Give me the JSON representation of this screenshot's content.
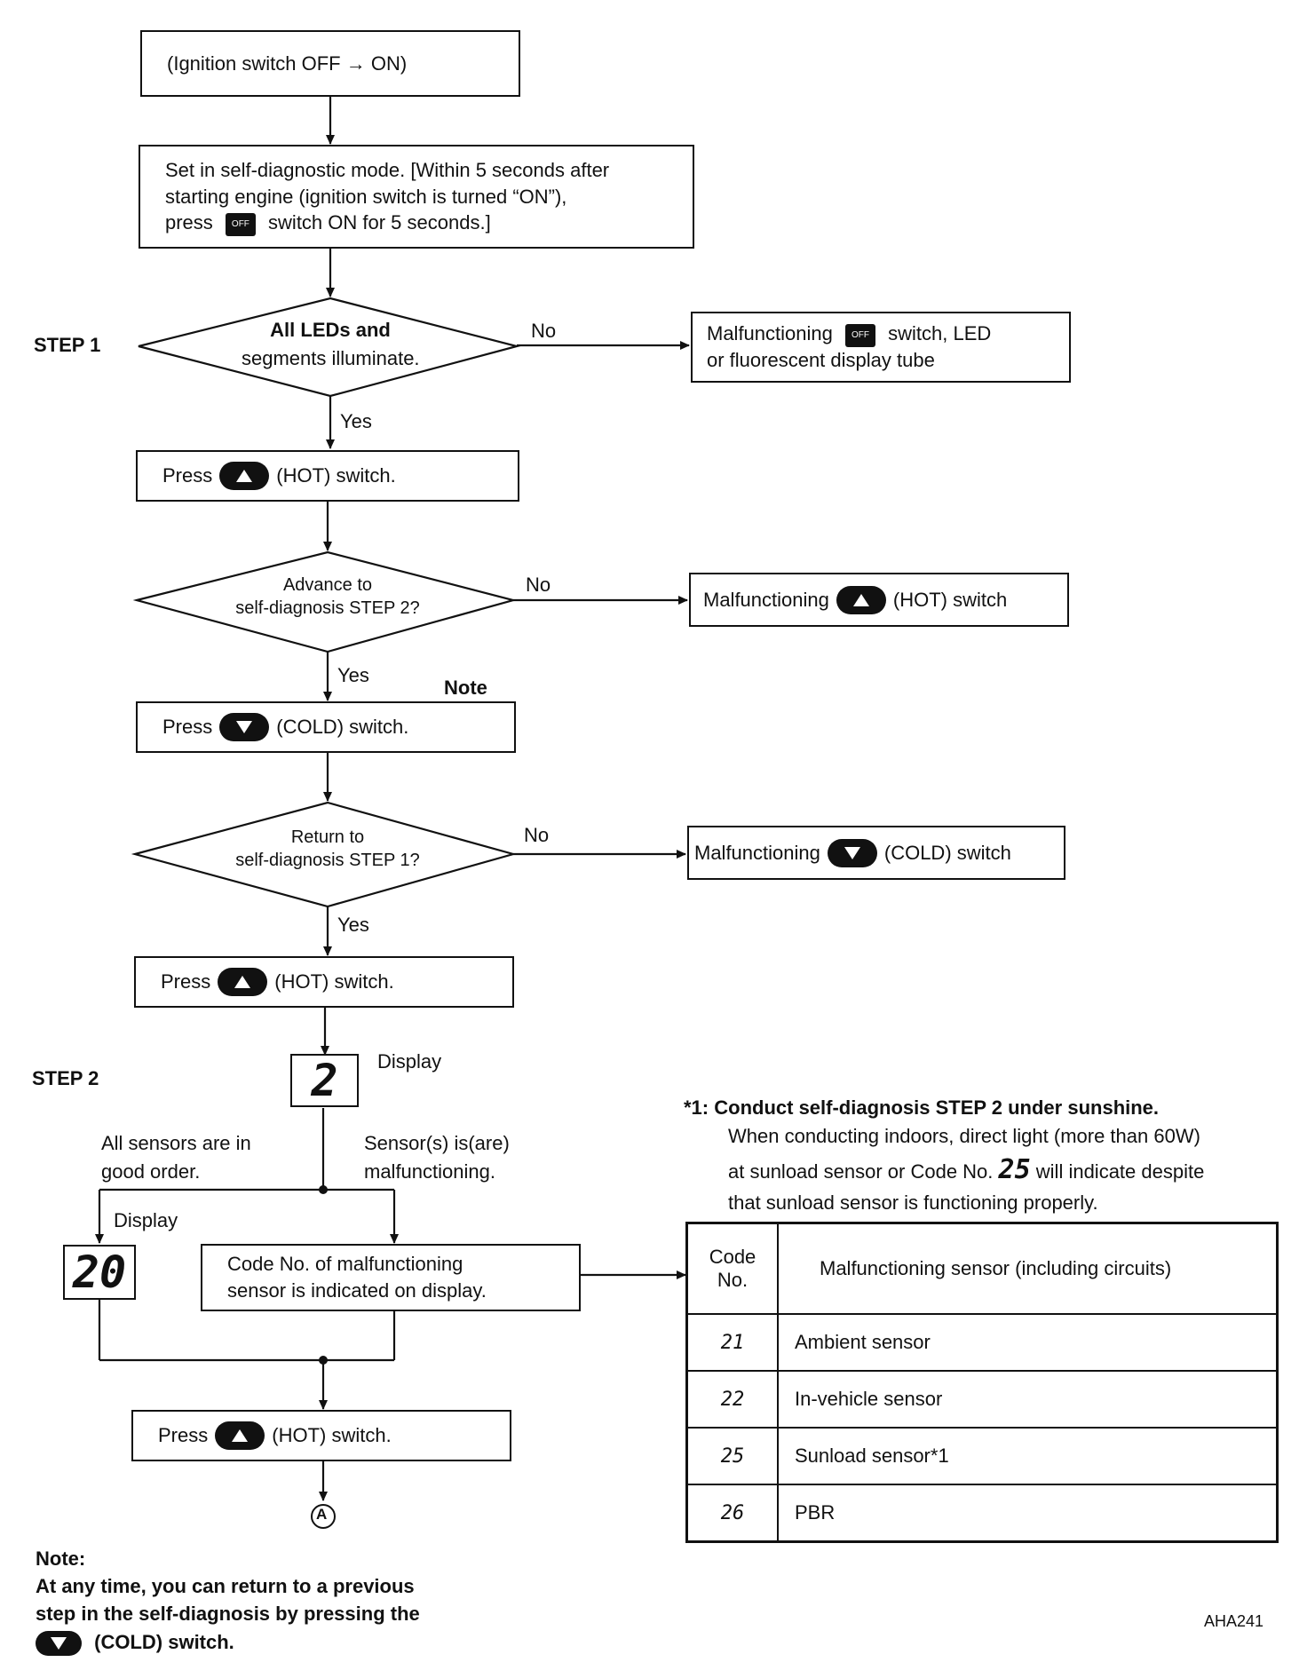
{
  "start_box": "(Ignition switch OFF → ON)",
  "selfdiag_box": {
    "line1": "Set in self-diagnostic mode. [Within 5 seconds after",
    "line2": "starting engine (ignition switch is turned “ON”),",
    "line3_pre": "press",
    "line3_post": "switch ON for 5 seconds.]"
  },
  "off_icon_text": "OFF",
  "steps": {
    "step1": "STEP 1",
    "step2": "STEP 2"
  },
  "decision1": {
    "line1": "All LEDs and",
    "line2": "segments illuminate."
  },
  "decision2": {
    "line1": "Advance to",
    "line2": "self-diagnosis STEP 2?"
  },
  "decision3": {
    "line1": "Return to",
    "line2": "self-diagnosis STEP 1?"
  },
  "branch_labels": {
    "no": "No",
    "yes": "Yes",
    "note": "Note",
    "display": "Display"
  },
  "malfunction1": {
    "pre": "Malfunctioning",
    "post": "switch, LED",
    "line2": "or fluorescent display tube"
  },
  "malfunction2": {
    "pre": "Malfunctioning",
    "post": "(HOT) switch"
  },
  "malfunction3": {
    "pre": "Malfunctioning",
    "post": "(COLD) switch"
  },
  "press_hot": {
    "pre": "Press",
    "post": "(HOT) switch."
  },
  "press_cold": {
    "pre": "Press",
    "post": "(COLD) switch."
  },
  "display_step2": "2",
  "display_ok": "20",
  "sensors_ok": {
    "line1": "All sensors are in",
    "line2": "good order."
  },
  "sensors_bad": {
    "line1": "Sensor(s) is(are)",
    "line2": "malfunctioning."
  },
  "code_box": {
    "line1": "Code No. of malfunctioning",
    "line2": "sensor is indicated on display."
  },
  "connector": "A",
  "footnote": {
    "marker": "*1:",
    "line1": "Conduct self-diagnosis STEP 2 under sunshine.",
    "line2": "When conducting indoors, direct light (more than 60W)",
    "line3_pre": "at sunload sensor or Code No.",
    "line3_code": "25",
    "line3_post": "will indicate despite",
    "line4": "that sunload sensor is functioning properly."
  },
  "code_table": {
    "header_code_line1": "Code",
    "header_code_line2": "No.",
    "header_sensor": "Malfunctioning sensor (including circuits)",
    "rows": [
      {
        "code": "21",
        "sensor": "Ambient sensor"
      },
      {
        "code": "22",
        "sensor": "In-vehicle sensor"
      },
      {
        "code": "25",
        "sensor": "Sunload sensor*1"
      },
      {
        "code": "26",
        "sensor": "PBR"
      }
    ]
  },
  "note": {
    "title": "Note:",
    "line1": "At any time, you can return to a previous",
    "line2": "step in the self-diagnosis by pressing the",
    "line3": "(COLD) switch."
  },
  "figure_id": "AHA241"
}
